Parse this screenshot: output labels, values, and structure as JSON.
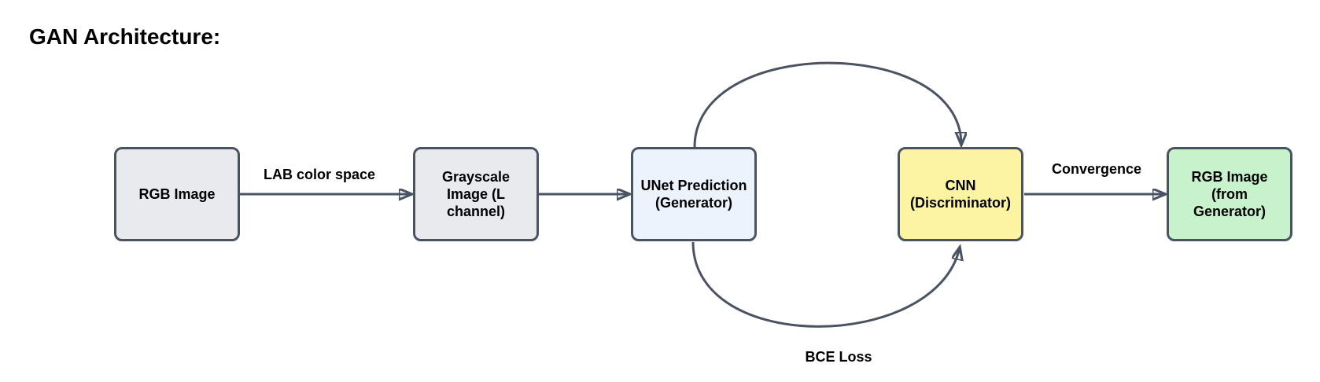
{
  "title": "GAN Architecture:",
  "nodes": [
    {
      "id": "rgb-input",
      "label": "RGB Image",
      "fill": "#e8eaed"
    },
    {
      "id": "grayscale",
      "label": "Grayscale\nImage (L\nchannel)",
      "fill": "#e8eaed"
    },
    {
      "id": "unet",
      "label": "UNet Prediction\n(Generator)",
      "fill": "#edf3fd"
    },
    {
      "id": "cnn",
      "label": "CNN\n(Discriminator)",
      "fill": "#fcf4a3"
    },
    {
      "id": "rgb-output",
      "label": "RGB Image\n(from\nGenerator)",
      "fill": "#c8f2cb"
    }
  ],
  "edge_labels": {
    "lab": "LAB color space",
    "convergence": "Convergence",
    "bce": "BCE Loss"
  },
  "colors": {
    "background": "#ffffff",
    "stroke": "#4a5362",
    "node_border": "#4a5362",
    "gray_fill": "#e8eaed",
    "blue_fill": "#edf3fd",
    "yellow_fill": "#fcf4a3",
    "green_fill": "#c8f2cb",
    "text": "#000000"
  }
}
